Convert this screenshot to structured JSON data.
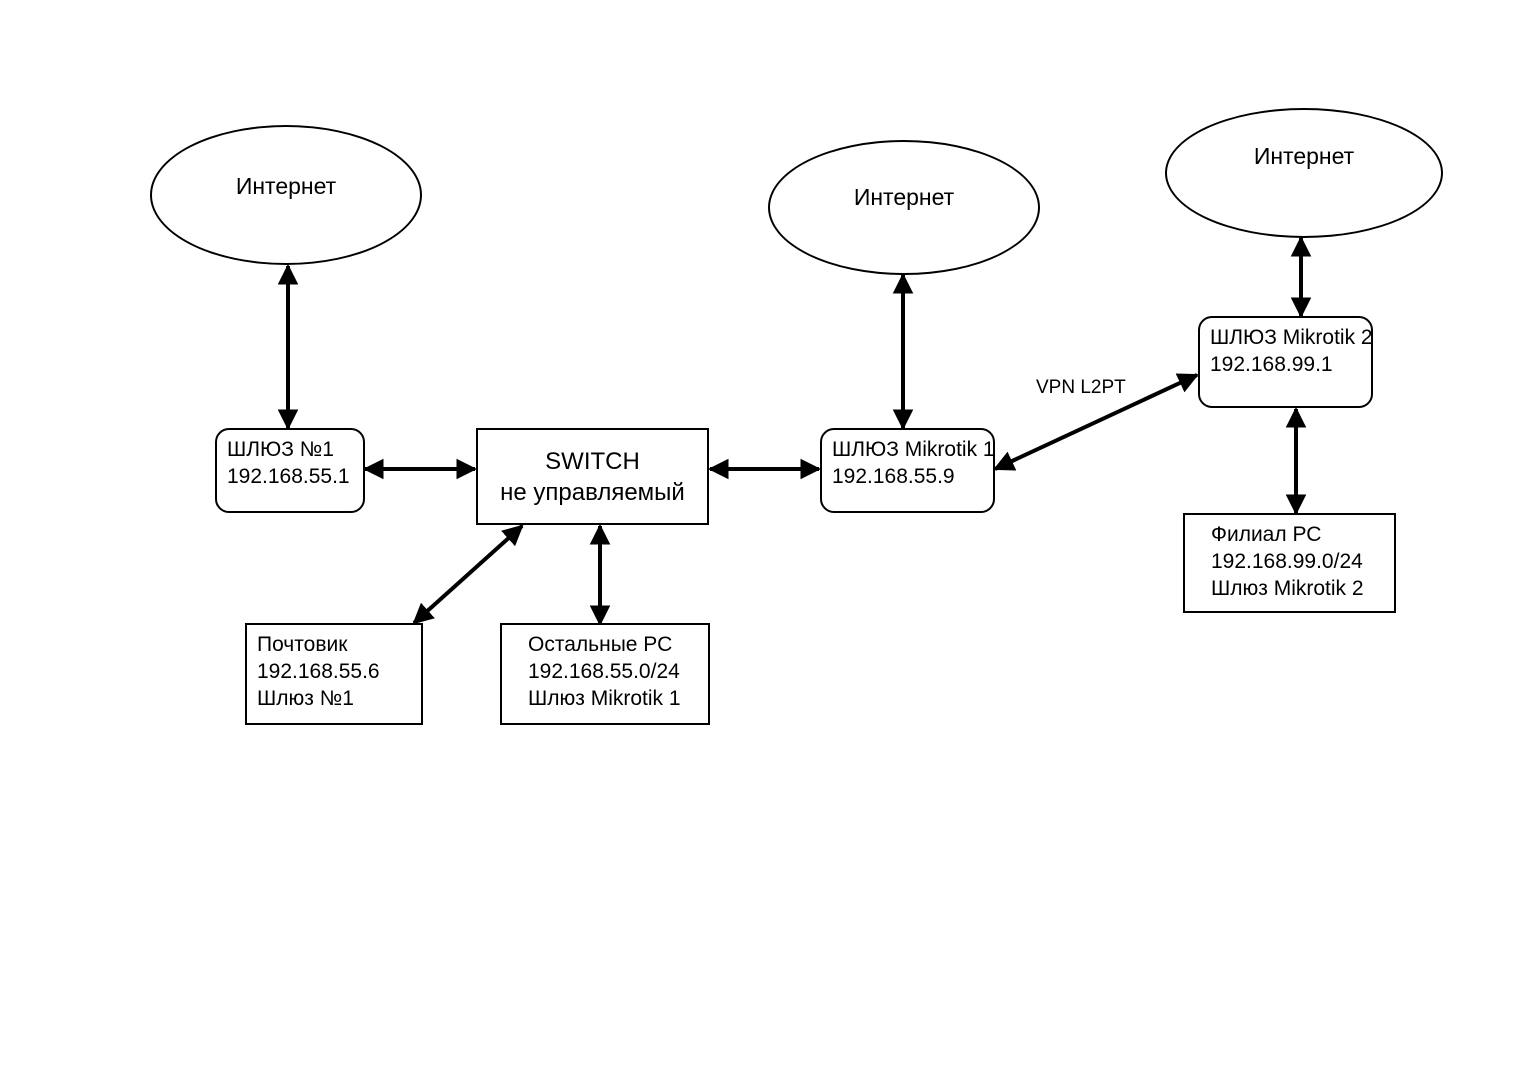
{
  "diagram": {
    "title": "Network topology diagram",
    "background_color": "#ffffff",
    "line_color": "#000000"
  },
  "clouds": [
    {
      "id": "internet-left",
      "label": "Интернет"
    },
    {
      "id": "internet-center",
      "label": "Интернет"
    },
    {
      "id": "internet-right",
      "label": "Интернет"
    }
  ],
  "nodes": {
    "gateway1": {
      "line1": "ШЛЮЗ №1",
      "line2": "192.168.55.1"
    },
    "switch": {
      "line1": "SWITCH",
      "line2": "не управляемый"
    },
    "mikrotik1": {
      "line1": "ШЛЮЗ Mikrotik  1",
      "line2": "192.168.55.9"
    },
    "mikrotik2": {
      "line1": "ШЛЮЗ Mikrotik  2",
      "line2": "192.168.99.1"
    },
    "mail_server": {
      "line1": "Почтовик",
      "line2": "192.168.55.6",
      "line3": "Шлюз №1"
    },
    "other_pcs": {
      "line1": "Остальные РС",
      "line2": "192.168.55.0/24",
      "line3": "Шлюз Mikrotik  1"
    },
    "branch_pcs": {
      "line1": "Филиал РС",
      "line2": "192.168.99.0/24",
      "line3": "Шлюз Mikrotik  2"
    }
  },
  "edge_labels": {
    "vpn": "VPN L2PT"
  },
  "connections": [
    {
      "from": "internet-left",
      "to": "gateway1",
      "type": "bidirectional"
    },
    {
      "from": "gateway1",
      "to": "switch",
      "type": "bidirectional"
    },
    {
      "from": "switch",
      "to": "mail_server",
      "type": "bidirectional"
    },
    {
      "from": "switch",
      "to": "other_pcs",
      "type": "bidirectional"
    },
    {
      "from": "switch",
      "to": "mikrotik1",
      "type": "bidirectional"
    },
    {
      "from": "internet-center",
      "to": "mikrotik1",
      "type": "bidirectional"
    },
    {
      "from": "mikrotik1",
      "to": "mikrotik2",
      "type": "bidirectional",
      "label": "VPN L2PT"
    },
    {
      "from": "internet-right",
      "to": "mikrotik2",
      "type": "bidirectional"
    },
    {
      "from": "mikrotik2",
      "to": "branch_pcs",
      "type": "bidirectional"
    }
  ]
}
